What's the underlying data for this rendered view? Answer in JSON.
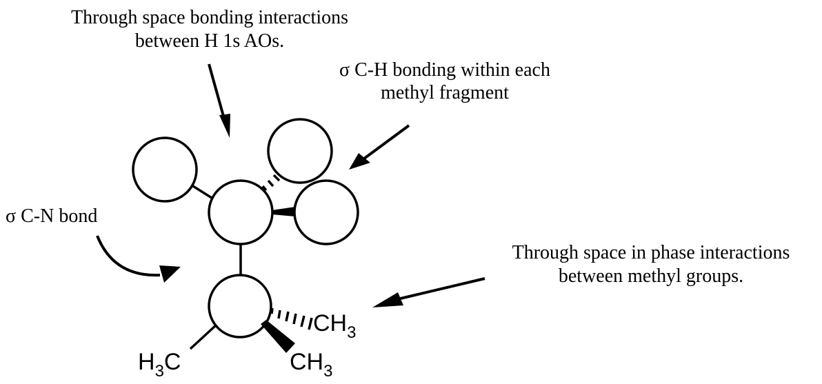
{
  "labels": {
    "top_left": {
      "line1": "Through space bonding interactions",
      "line2": "between H 1s AOs."
    },
    "top_right": {
      "line1": "σ C-H bonding within each",
      "line2": "methyl fragment"
    },
    "left": {
      "line1": "σ C-N bond"
    },
    "right": {
      "line1": "Through space in phase interactions",
      "line2": "between methyl groups."
    }
  },
  "groups": {
    "methyl_dash": {
      "main": "CH",
      "sub": "3"
    },
    "methyl_wedge": {
      "main": "CH",
      "sub": "3"
    },
    "methyl_left": {
      "pre": "H",
      "sub": "3",
      "post": "C"
    }
  },
  "colors": {
    "ink": "#000000",
    "background": "#ffffff"
  }
}
